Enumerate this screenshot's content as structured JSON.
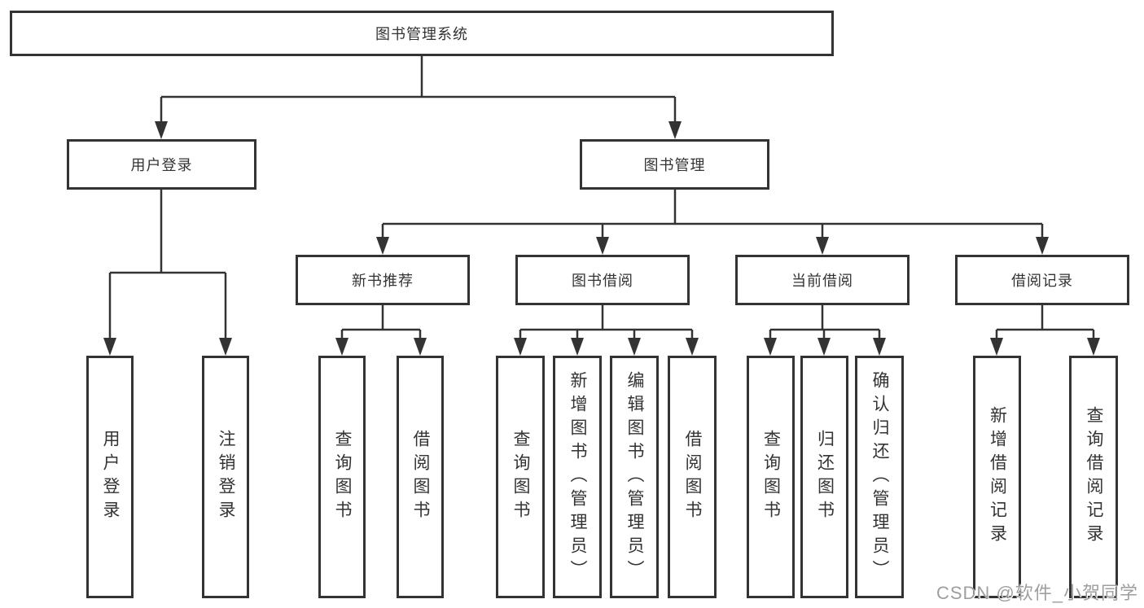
{
  "root": {
    "label": "图书管理系统"
  },
  "branches": [
    {
      "label": "用户登录",
      "children": [
        {
          "label": "用户登录"
        },
        {
          "label": "注销登录"
        }
      ]
    },
    {
      "label": "图书管理",
      "children": [
        {
          "label": "新书推荐",
          "children": [
            {
              "label": "查询图书"
            },
            {
              "label": "借阅图书"
            }
          ]
        },
        {
          "label": "图书借阅",
          "children": [
            {
              "label": "查询图书"
            },
            {
              "label": "新增图书（管理员）"
            },
            {
              "label": "编辑图书（管理员）"
            },
            {
              "label": "借阅图书"
            }
          ]
        },
        {
          "label": "当前借阅",
          "children": [
            {
              "label": "查询图书"
            },
            {
              "label": "归还图书"
            },
            {
              "label": "确认归还（管理员）"
            }
          ]
        },
        {
          "label": "借阅记录",
          "children": [
            {
              "label": "新增借阅记录"
            },
            {
              "label": "查询借阅记录"
            }
          ]
        }
      ]
    }
  ],
  "watermark": "CSDN @软件_小贺同学",
  "colors": {
    "line": "#333333",
    "text": "#333333",
    "box_background": "#ffffff",
    "page_background": "#ffffff",
    "watermark": "#9e9e9e"
  }
}
